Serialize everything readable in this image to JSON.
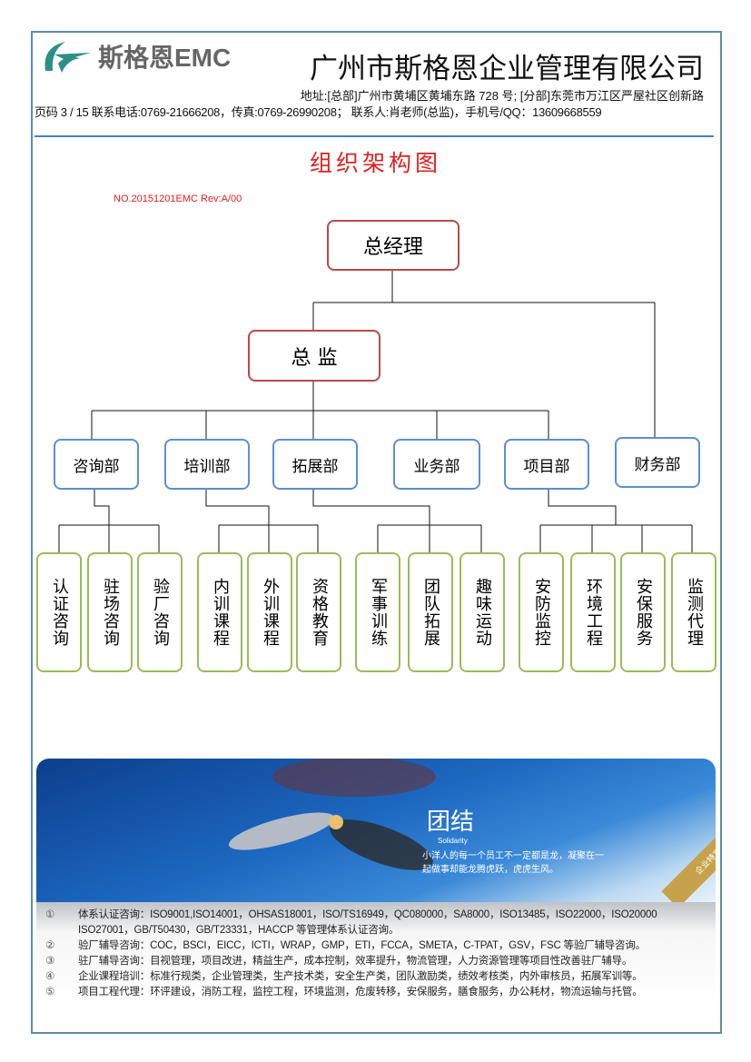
{
  "header": {
    "logo_text": "斯格恩EMC",
    "company": "广州市斯格恩企业管理有限公司",
    "address": "地址:[总部]广州市黄埔区黄埔东路 728 号;  [分部]东莞市万江区严屋社区创新路",
    "contact": "页码 3 / 15   联系电话:0769-21666208，传真:0769-26990208；  联系人:肖老师(总监)，手机号/QQ：13609668559"
  },
  "title": "组织架构图",
  "doc_no": "NO.20151201EMC Rev:A/00",
  "org": {
    "gm": "总经理",
    "director": "总 监",
    "depts": [
      "咨询部",
      "培训部",
      "拓展部",
      "业务部",
      "项目部",
      "财务部"
    ],
    "units": [
      "认证咨询",
      "驻场咨询",
      "验厂咨询",
      "内训课程",
      "外训课程",
      "资格教育",
      "军事训练",
      "团队拓展",
      "趣味运动",
      "安防监控",
      "环境工程",
      "安保服务",
      "监测代理"
    ]
  },
  "banner": {
    "heading": "团结",
    "sub": "Solidarity",
    "line1": "小洋人的每一个员工不一定都是龙，凝聚在一",
    "line2": "起做事却能龙腾虎跃，虎虎生风。",
    "ribbon": "企业特言"
  },
  "services": [
    {
      "num": "①",
      "text": "体系认证咨询：ISO9001,ISO14001，OHSAS18001，ISO/TS16949，QC080000，SA8000，ISO13485，ISO22000，ISO20000"
    },
    {
      "num": "",
      "text": "ISO27001，GB/T50430，GB/T23331，HACCP 等管理体系认证咨询。"
    },
    {
      "num": "②",
      "text": "验厂辅导咨询：COC，BSCI，EICC，ICTI，WRAP，GMP，ETI，FCCA，SMETA，C-TPAT，GSV，FSC 等验厂辅导咨询。"
    },
    {
      "num": "③",
      "text": "驻厂辅导咨询：目视管理，项目改进，精益生产，成本控制，效率提升，物流管理，人力资源管理等项目性改善驻厂辅导。"
    },
    {
      "num": "④",
      "text": "企业课程培训：标准行规类，企业管理类，生产技术类，安全生产类，团队激励类，绩效考核类，内外审核员，拓展军训等。"
    },
    {
      "num": "⑤",
      "text": "项目工程代理：环评建设，消防工程，监控工程，环境监测，危废转移，安保服务，膳食服务，办公耗材，物流运输与托管。"
    }
  ]
}
